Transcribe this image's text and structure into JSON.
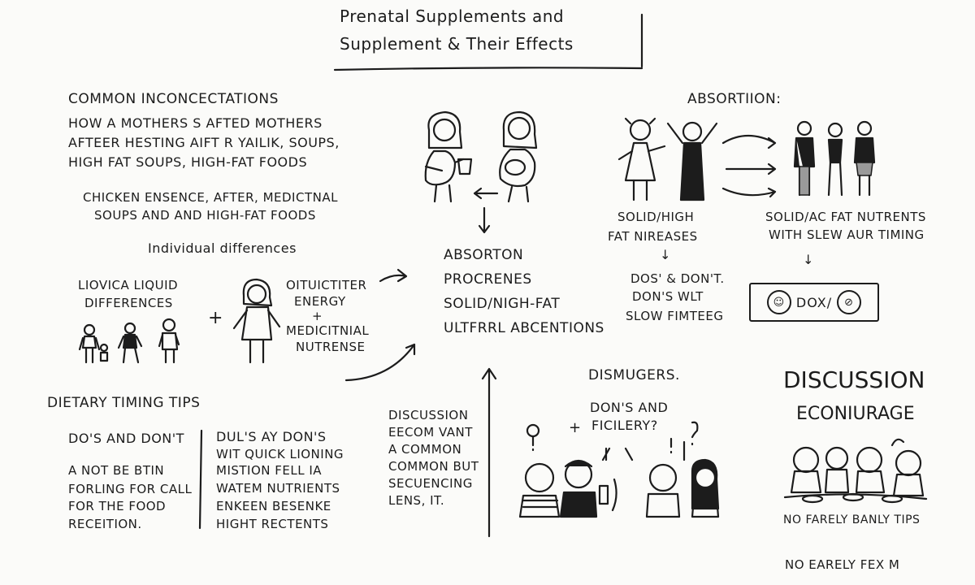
{
  "title": {
    "line1": "Prenatal Supplements and",
    "line2": "Supplement & Their Effects"
  },
  "misconceptions": {
    "heading": "Common Inconcectations",
    "line1": "How a mothers s afted mothers",
    "line2": "Afteer hesting aift r yailik, soups,",
    "line3": "High fat soups, high-fat foods",
    "line4": "Chicken ensence, after, medictnal",
    "line5": "soups and and high-fat foods"
  },
  "individual": {
    "heading": "Individual differences",
    "left_line1": "Liovica liquid",
    "left_line2": "differences",
    "plus": "+",
    "right_line1": "Oituictiter",
    "right_line2": "energy",
    "right_plus": "+",
    "right_line3": "medicitnial",
    "right_line4": "nutrense"
  },
  "absorption_center": {
    "line1": "Absorton",
    "line2": "Procrenes",
    "line3": "Solid/nigh-fat",
    "line4": "ultfrrl abcentions"
  },
  "absorption_right": {
    "heading": "Absortiion:",
    "left_line1": "Solid/high",
    "left_line2": "fat nireases",
    "left_arrow": "↓",
    "dos_line1": "Dos' & Don't.",
    "dos_line2": "Don's wlt",
    "dos_line3": "slow fimteeg",
    "right_line1": "Solid/ac fat nutrents",
    "right_line2": "with slew aur timing",
    "right_arrow": "↓",
    "badge_text": "dox/",
    "badge_left_icon": "person-icon",
    "badge_right_icon": "no-symbol-icon"
  },
  "dietary": {
    "heading": "Dietary timing tips",
    "col1_heading": "Do's and don't",
    "col1_line1": "A not be btin",
    "col1_line2": "forling for call",
    "col1_line3": "for the food",
    "col1_line4": "receition.",
    "col2_line1": "Dul's ay don's",
    "col2_line2": "wit quick lioning",
    "col2_line3": "mistion fell ia",
    "col2_line4": "watem nutrients",
    "col2_line5": "enkeen besenke",
    "col2_line6": "hight rectents"
  },
  "discussion_small": {
    "line1": "Discussion",
    "line2": "eecom vant",
    "line3": "a common",
    "line4": "common but",
    "line5": "secuencing",
    "line6": "lens, it."
  },
  "dismugers": {
    "heading": "Dismugers.",
    "line1": "Don's and",
    "line2": "ficilery?",
    "plus": "+"
  },
  "discussion_right": {
    "heading": "Discussion",
    "subheading": "Econiurage",
    "line1": "No farely banly tips",
    "line2": "No earely fex m"
  },
  "colors": {
    "ink": "#1c1c1c",
    "paper": "#fbfbf9"
  }
}
